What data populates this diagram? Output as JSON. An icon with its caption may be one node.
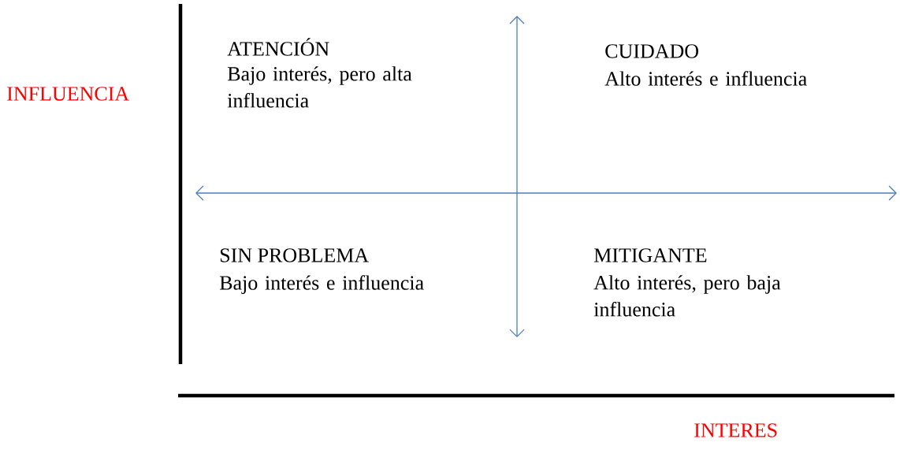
{
  "diagram": {
    "labels": [
      "INFLUENCIA",
      "ATENCIÓN",
      "Bajo interés, pero alta influencia",
      "CUIDADO",
      "Alto interés e influencia",
      "SIN PROBLEMA",
      "Bajo interés e influencia",
      "MITIGANTE",
      "Alto interés, pero baja influencia",
      "INTERES"
    ]
  }
}
